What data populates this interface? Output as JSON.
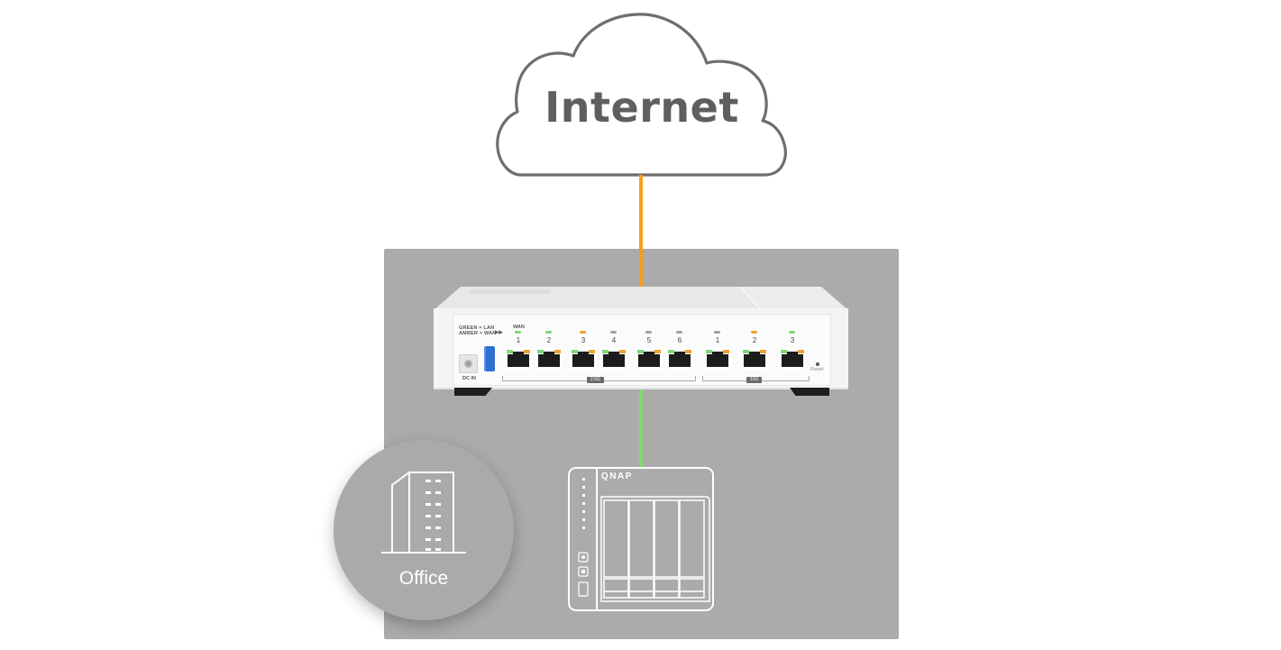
{
  "diagram": {
    "internet": {
      "label": "Internet",
      "icon": "cloud-icon"
    },
    "connections": [
      {
        "from": "internet",
        "to": "router-wan",
        "color": "#f0a020",
        "type": "WAN"
      },
      {
        "from": "router-lan",
        "to": "nas",
        "color": "#7edc6e",
        "type": "LAN"
      }
    ],
    "panel_color": "#ababab",
    "router": {
      "legend_line1": "GREEN = LAN",
      "legend_line2": "AMBER = WAN",
      "wan_label": "WAN",
      "dc_in_label": "DC IN",
      "reset_label": "Reset",
      "group_25g_label": "2.5G",
      "group_10g_label": "10G",
      "ports_25g": [
        {
          "number": "1",
          "led": "green"
        },
        {
          "number": "2",
          "led": "green"
        },
        {
          "number": "3",
          "led": "amber"
        },
        {
          "number": "4",
          "led": "gray"
        },
        {
          "number": "5",
          "led": "gray"
        },
        {
          "number": "6",
          "led": "gray"
        }
      ],
      "ports_10g": [
        {
          "number": "1",
          "led": "gray"
        },
        {
          "number": "2",
          "led": "amber"
        },
        {
          "number": "3",
          "led": "green"
        }
      ],
      "led_colors": {
        "green": "#7ed87a",
        "amber": "#f0a030",
        "gray": "#a0a0a0"
      }
    },
    "nas": {
      "brand": "QNAP",
      "bays": 4,
      "icon": "nas-icon"
    },
    "office": {
      "label": "Office",
      "icon": "building-icon"
    }
  }
}
